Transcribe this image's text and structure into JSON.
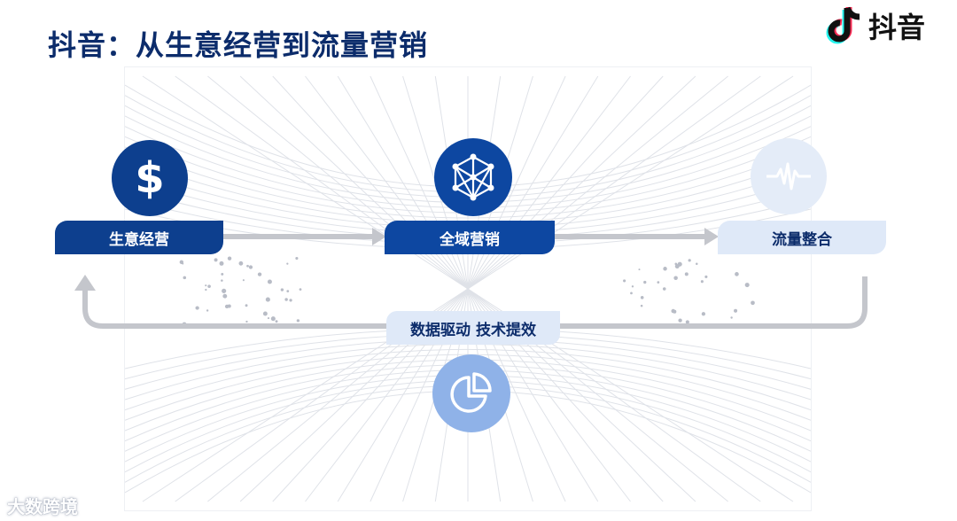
{
  "header": {
    "title": "抖音：从生意经营到流量营销"
  },
  "brand": {
    "logo_text": "抖音",
    "logo_icon": "tiktok-note-icon"
  },
  "diagram": {
    "nodes": [
      {
        "id": "sheng",
        "label": "生意经营",
        "icon": "dollar-icon",
        "color": "#0d3f8e"
      },
      {
        "id": "quan",
        "label": "全域营销",
        "icon": "network-icon",
        "color": "#0d47a1"
      },
      {
        "id": "liu",
        "label": "流量整合",
        "icon": "pulse-wave-icon",
        "color": "#dfe9f8"
      }
    ],
    "feedback": {
      "label": "数据驱动 技术提效",
      "icon": "pie-chart-icon",
      "color": "#8fb2e8"
    },
    "dollar_glyph": "$",
    "arrow_color": "#c4c6cc"
  },
  "watermark": {
    "text": "大数跨境"
  }
}
